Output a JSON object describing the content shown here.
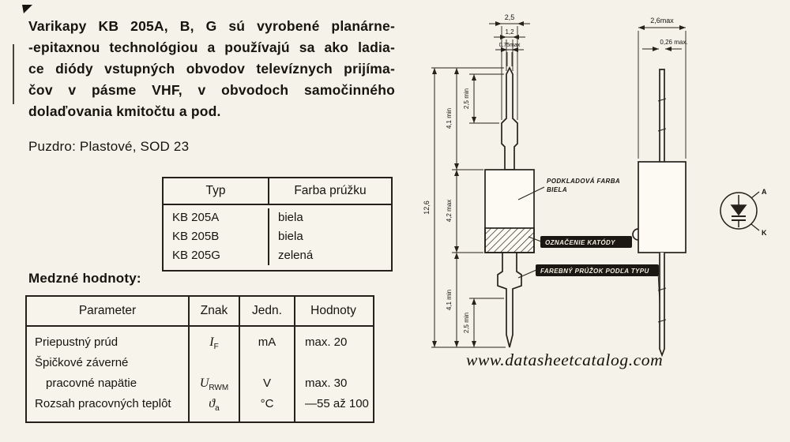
{
  "intro": {
    "lines": [
      "Varikapy KB 205A, B, G sú vyrobené planárne-",
      "-epitaxnou technológiou a používajú sa ako ladia-",
      "ce diódy vstupných obvodov televíznych prijíma-",
      "čov v pásme VHF, v obvodoch samočinného",
      "dolaďovania kmitočtu a pod."
    ]
  },
  "package_line": "Puzdro: Plastové, SOD 23",
  "type_table": {
    "headers": [
      "Typ",
      "Farba prúžku"
    ],
    "rows": [
      {
        "typ": "KB 205A",
        "farba": "biela"
      },
      {
        "typ": "KB 205B",
        "farba": "biela"
      },
      {
        "typ": "KB 205G",
        "farba": "zelená"
      }
    ]
  },
  "limits": {
    "heading": "Medzné hodnoty:",
    "headers": [
      "Parameter",
      "Znak",
      "Jedn.",
      "Hodnoty"
    ],
    "rows": [
      {
        "param": "Priepustný prúd",
        "sym": "I",
        "sub": "F",
        "unit": "mA",
        "val": "max. 20"
      },
      {
        "param1": "Špičkové záverné",
        "param2": "pracovné napätie",
        "sym": "U",
        "sub": "RWM",
        "unit": "V",
        "val": "max. 30"
      },
      {
        "param": "Rozsah pracovných teplôt",
        "sym": "ϑ",
        "sub": "a",
        "unit": "°C",
        "val": "—55 až 100"
      }
    ]
  },
  "drawing": {
    "front": {
      "dim_width_outer": "2,5",
      "dim_width_mid": "1,2",
      "dim_width_inner": "0,75max",
      "dim_overall": "12,6",
      "dim_lead_top": "4,1 min",
      "dim_lead_top_inner": "2,5 min",
      "dim_body": "4,2 max",
      "dim_lead_bottom": "4,1 min",
      "dim_lead_bottom_inner": "2,5 min",
      "label_base_color_1": "PODKLADOVÁ FARBA",
      "label_base_color_2": "BIELA",
      "label_cathode": "OZNAČENIE KATÓDY",
      "label_stripe": "FAREBNÝ PRÚŽOK PODĽA TYPU"
    },
    "side": {
      "dim_width": "2,6max",
      "dim_thickness": "0,26 max."
    },
    "symbol": {
      "anode": "A",
      "cathode": "K"
    }
  },
  "watermark": "www.datasheetcatalog.com"
}
